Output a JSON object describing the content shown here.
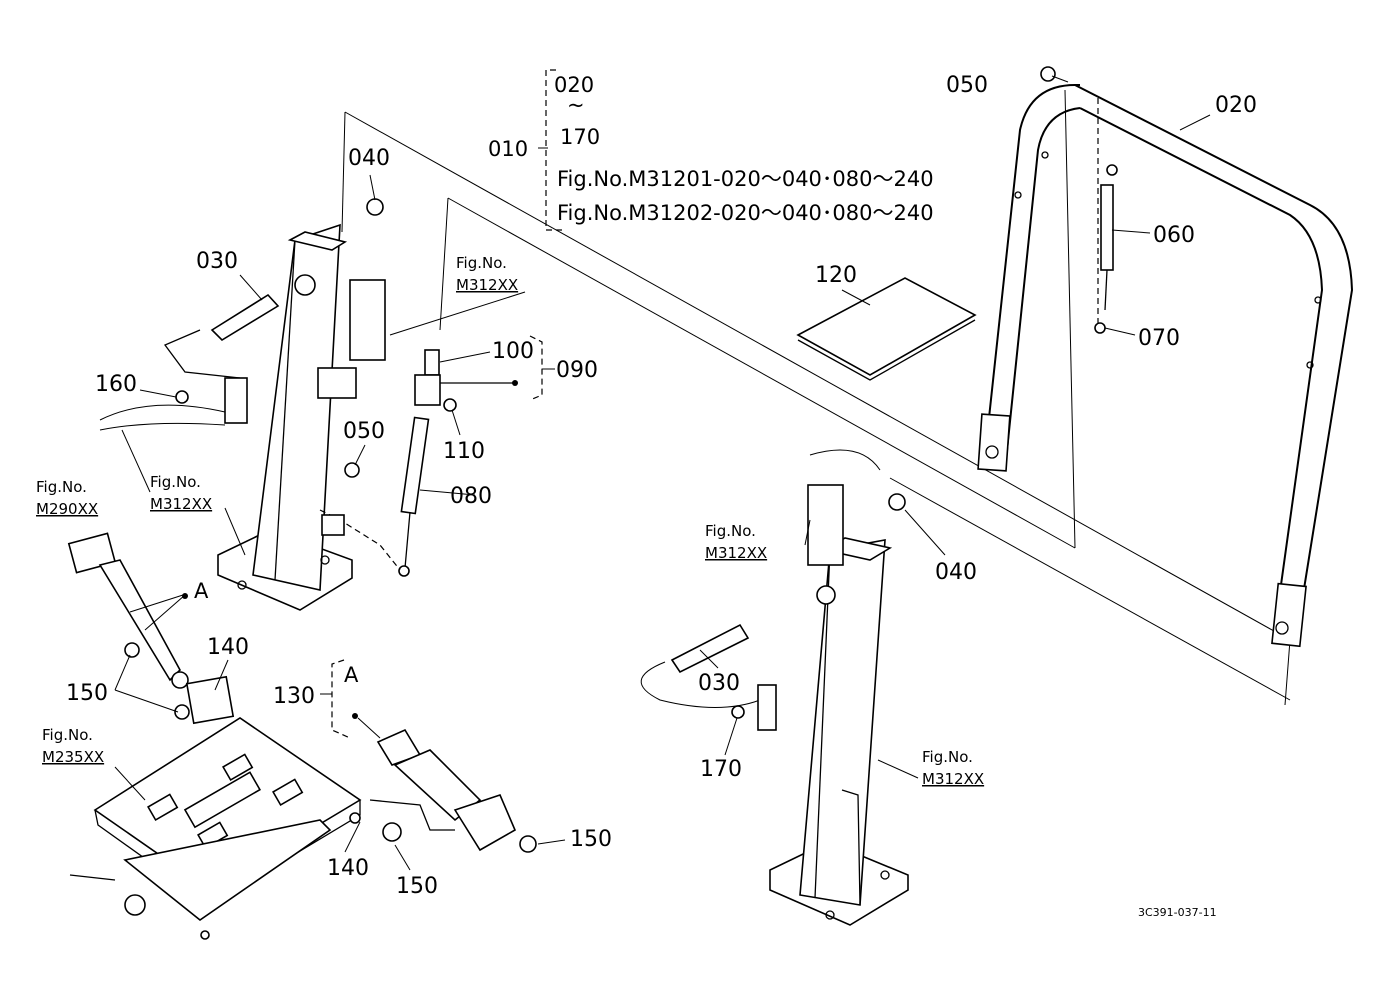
{
  "diagram": {
    "group_010": {
      "label": "010",
      "range_start": "020",
      "range_tilde": "~",
      "range_end": "170",
      "ref_1": "Fig.No.M31201-020～040･080～240",
      "ref_2": "Fig.No.M31202-020～040･080～240"
    },
    "group_090": {
      "label": "090"
    },
    "group_130": {
      "label": "130",
      "marker": "A"
    },
    "marker_a": "A",
    "part_labels": {
      "p020": "020",
      "p030_left": "030",
      "p030_right": "030",
      "p040_left": "040",
      "p040_right": "040",
      "p050_top": "050",
      "p050_mid": "050",
      "p060": "060",
      "p070": "070",
      "p080": "080",
      "p100": "100",
      "p110": "110",
      "p120": "120",
      "p140_upper": "140",
      "p140_lower": "140",
      "p150_left": "150",
      "p150_bottom": "150",
      "p150_right": "150",
      "p160": "160",
      "p170": "170"
    },
    "fig_refs": {
      "fig_label": "Fig.No.",
      "m312_upper": "M312XX",
      "m312_left": "M312XX",
      "m312_mid": "M312XX",
      "m312_right": "M312XX",
      "m290": "M290XX",
      "m235": "M235XX"
    },
    "drawing_number": "3C391-037-11"
  }
}
